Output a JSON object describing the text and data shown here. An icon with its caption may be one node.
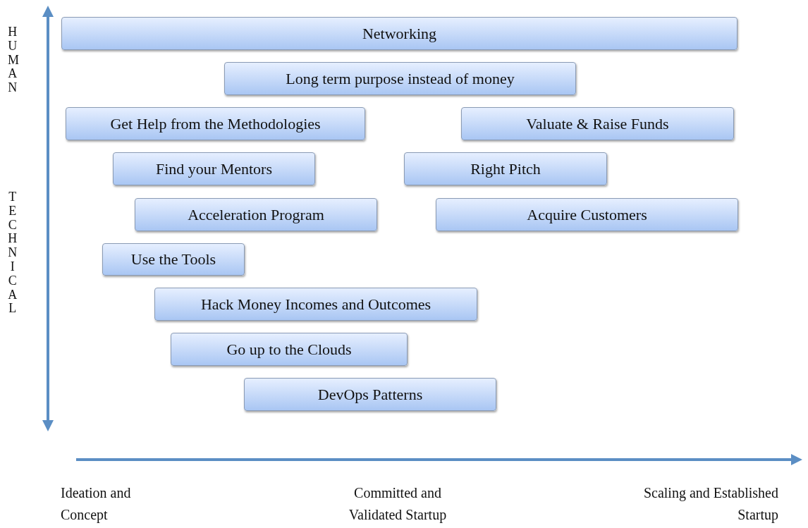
{
  "diagram": {
    "nodes": [
      {
        "text": [
          "Networking"
        ]
      },
      {
        "text": [
          "Long term purpose instead of money"
        ]
      },
      {
        "text": [
          "Get Help from the Methodologies"
        ]
      },
      {
        "text": [
          "Valuate & Raise Funds"
        ]
      },
      {
        "text": [
          "Find your Mentors"
        ]
      },
      {
        "text": [
          "Right Pitch"
        ]
      },
      {
        "text": [
          "Acceleration Program"
        ]
      },
      {
        "text": [
          "Acquire Customers"
        ]
      },
      {
        "text": [
          "Use the Tools"
        ]
      },
      {
        "text": [
          "Hack Money Incomes and Outcomes"
        ]
      },
      {
        "text": [
          "Go up to the Clouds"
        ]
      },
      {
        "text": [
          "DevOps Patterns"
        ]
      }
    ],
    "labels": [
      "HUMAN",
      "TECHNICAL",
      "Ideation and Concept",
      "Committed and Validated Startup",
      "Scaling and Established Startup"
    ]
  }
}
